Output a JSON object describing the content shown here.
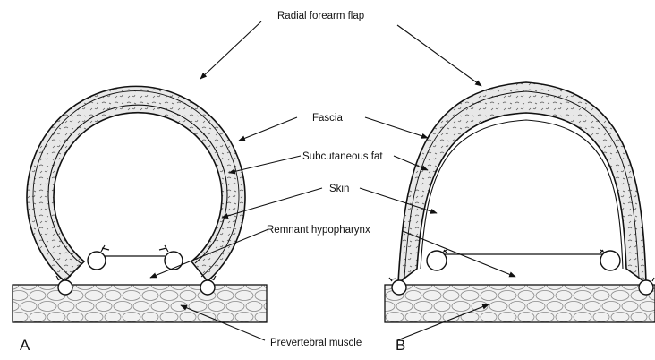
{
  "labels": {
    "radial_forearm_flap": "Radial forearm flap",
    "fascia": "Fascia",
    "subcutaneous_fat": "Subcutaneous fat",
    "skin": "Skin",
    "remnant_hypopharynx": "Remnant hypopharynx",
    "prevertebral_muscle": "Prevertebral muscle"
  },
  "panels": {
    "a": "A",
    "b": "B"
  },
  "colors": {
    "line": "#111111",
    "fat": "#e8e8e8",
    "muscle": "#f1f1f1",
    "background": "#ffffff"
  }
}
